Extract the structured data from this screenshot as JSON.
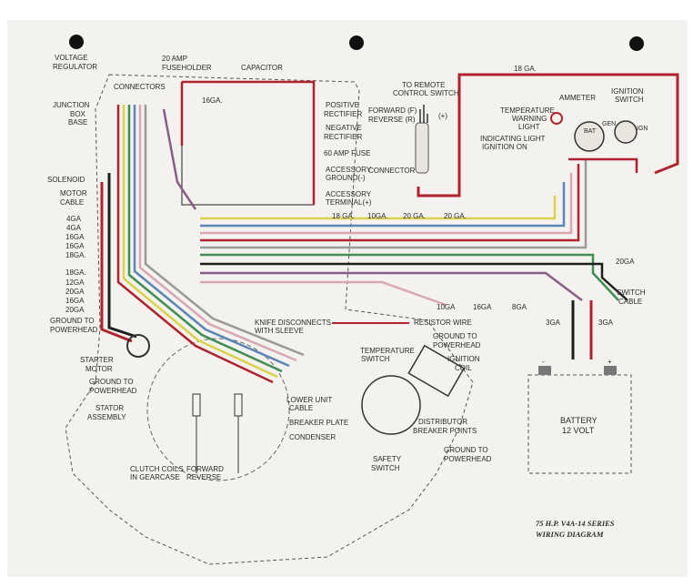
{
  "labels": {
    "voltage_regulator_1": "VOLTAGE",
    "voltage_regulator_2": "REGULATOR",
    "connectors": "CONNECTORS",
    "fuseholder_1": "20 AMP",
    "fuseholder_2": "FUSEHOLDER",
    "capacitor": "CAPACITOR",
    "ga16_top": "16GA.",
    "junction_1": "JUNCTION",
    "junction_2": "BOX",
    "junction_3": "BASE",
    "positive_rectifier_1": "POSITIVE",
    "positive_rectifier_2": "RECTIFIER",
    "negative_rectifier_1": "NEGATIVE",
    "negative_rectifier_2": "RECTIFIER",
    "fuse_60": "60 AMP FUSE",
    "accessory_ground_1": "ACCESSORY",
    "accessory_ground_2": "GROUND(-)",
    "accessory_terminal_1": "ACCESSORY",
    "accessory_terminal_2": "TERMINAL(+)",
    "solenoid": "SOLENOID",
    "motor_cable_1": "MOTOR",
    "motor_cable_2": "CABLE",
    "remote_1": "TO REMOTE",
    "remote_2": "CONTROL SWITCH",
    "forward": "FORWARD (F)",
    "reverse": "REVERSE (R)",
    "plus": "(+)",
    "connector": "CONNECTOR",
    "ga18_top": "18 GA.",
    "temp_light_1": "TEMPERATURE",
    "temp_light_2": "WARNING",
    "temp_light_3": "LIGHT",
    "ammeter": "AMMETER",
    "ignition_switch_1": "IGNITION",
    "ignition_switch_2": "SWITCH",
    "indicating_1": "INDICATING LIGHT",
    "indicating_2": "IGNITION ON",
    "gen": "GEN",
    "bat": "BAT",
    "ign": "IGN",
    "bus_18": "18 GA.",
    "bus_10": "10GA.",
    "bus_20a": "20 GA.",
    "bus_20b": "20 GA.",
    "left_ga": [
      "4GA",
      "4GA",
      "16GA",
      "16GA",
      "18GA."
    ],
    "left_ga2": [
      "18GA.",
      "12GA",
      "20GA",
      "16GA",
      "20GA"
    ],
    "ga20_right": "20GA",
    "switch_cable_1": "SWITCH",
    "switch_cable_2": "CABLE",
    "ga10_bottom": "10GA",
    "ga16_bottom": "16GA",
    "ga8_bottom": "8GA",
    "ga3_left": "3GA",
    "ga3_right": "3GA",
    "ground_ph_1": "GROUND TO",
    "ground_ph_2": "POWERHEAD",
    "knife_1": "KNIFE DISCONNECTS",
    "knife_2": "WITH SLEEVE",
    "resistor_wire": "RESISTOR WIRE",
    "ground_ph_right_1": "GROUND TO",
    "ground_ph_right_2": "POWERHEAD",
    "temp_switch_1": "TEMPERATURE",
    "temp_switch_2": "SWITCH",
    "ignition_coil_1": "IGNITION",
    "ignition_coil_2": "COIL",
    "starter_1": "STARTER",
    "starter_2": "MOTOR",
    "ground_ph_left_1": "GROUND TO",
    "ground_ph_left_2": "POWERHEAD",
    "stator_1": "STATOR",
    "stator_2": "ASSEMBLY",
    "lower_unit_1": "LOWER UNIT",
    "lower_unit_2": "CABLE",
    "breaker_plate": "BREAKER PLATE",
    "distributor_1": "DISTRIBUTOR",
    "distributor_2": "BREAKER POINTS",
    "condenser": "CONDENSER",
    "ground_ph_bottom_1": "GROUND TO",
    "ground_ph_bottom_2": "POWERHEAD",
    "safety_1": "SAFETY",
    "safety_2": "SWITCH",
    "clutch_1": "CLUTCH COILS",
    "clutch_2": "IN GEARCASE",
    "clutch_forward": "FORWARD",
    "clutch_reverse": "REVERSE",
    "battery_1": "BATTERY",
    "battery_2": "12 VOLT",
    "battery_minus": "-",
    "battery_plus": "+",
    "title_1": "75 H.P. V4A-14 SERIES",
    "title_2": "WIRING DIAGRAM"
  },
  "colors": {
    "paper": "#f4f2ee",
    "ink": "#2b2b2b",
    "red_wire": "#b0232e",
    "black_wire": "#1f1f1f",
    "yellow_wire": "#d9d24a",
    "green_wire": "#3f8f52",
    "blue_wire": "#5c86b8",
    "pink_wire": "#d9a7b4",
    "gray_wire": "#9a9a9a",
    "purple_wire": "#8a5c8a"
  }
}
